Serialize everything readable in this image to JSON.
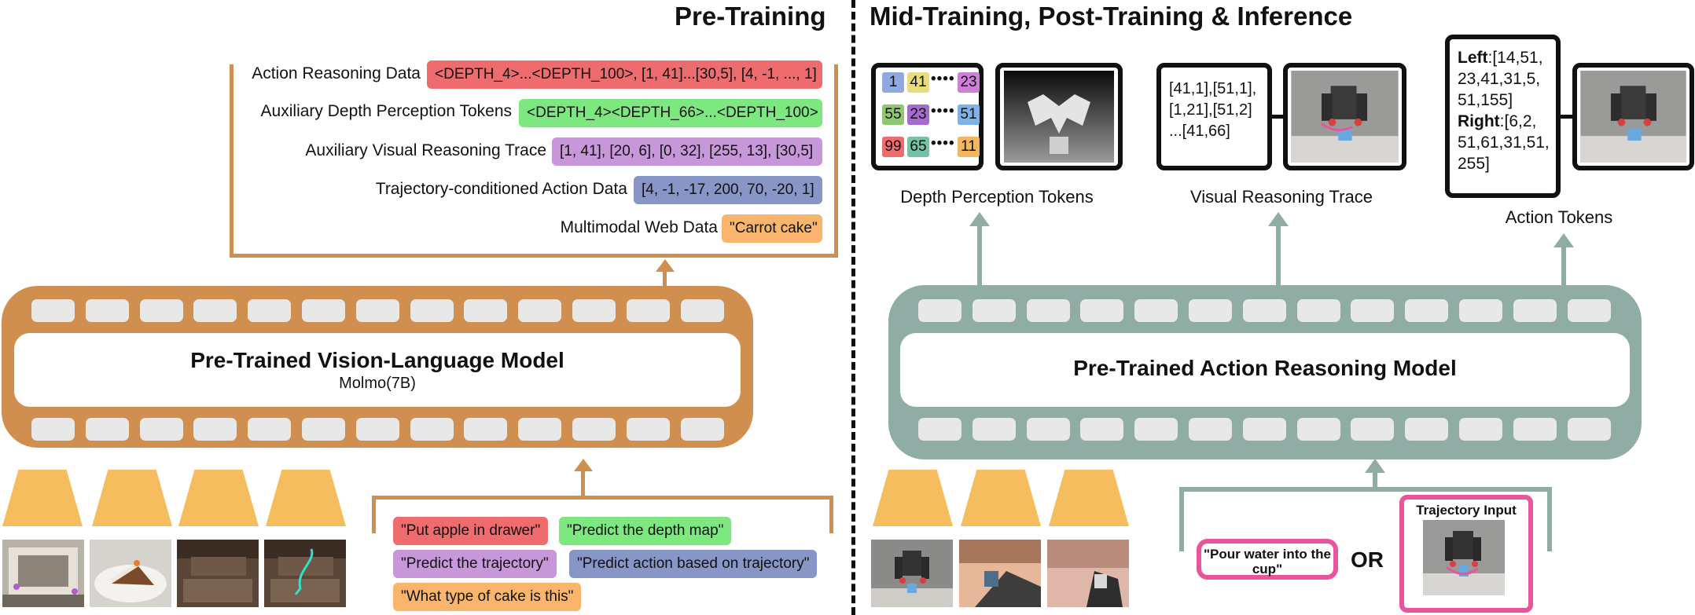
{
  "headings": {
    "pretraining": "Pre-Training",
    "midtraining": "Mid-Training, Post-Training & Inference"
  },
  "pretraining_data": [
    {
      "label": "Action Reasoning Data",
      "chip": "<DEPTH_4>...<DEPTH_100>, [1, 41]...[30,5], [4, -1, ..., 1]",
      "color": "#ee6b6e"
    },
    {
      "label": "Auxiliary Depth Perception Tokens",
      "chip": "<DEPTH_4><DEPTH_66>...<DEPTH_100>",
      "color": "#7de87f"
    },
    {
      "label": "Auxiliary Visual Reasoning Trace",
      "chip": "[1, 41], [20, 6], [0, 32], [255, 13], [30,5]",
      "color": "#c797d9"
    },
    {
      "label": "Trajectory-conditioned Action Data",
      "chip": "[4, -1, -17, 200, 70, -20, 1]",
      "color": "#8796c6"
    },
    {
      "label": "Multimodal Web Data",
      "chip": "\"Carrot cake\"",
      "color": "#f9b56b"
    }
  ],
  "vlm": {
    "title": "Pre-Trained Vision-Language Model",
    "subtitle": "Molmo(7B)"
  },
  "arm": {
    "title": "Pre-Trained Action Reasoning Model"
  },
  "prompts": [
    {
      "text": "\"Put apple in drawer\"",
      "color": "#ee6b6e"
    },
    {
      "text": "\"Predict the depth map\"",
      "color": "#7de87f"
    },
    {
      "text": "\"Predict the trajectory\"",
      "color": "#c797d9"
    },
    {
      "text": "\"Predict action based on trajectory\"",
      "color": "#8796c6"
    },
    {
      "text": "\"What type of cake is this\"",
      "color": "#f9b56b"
    }
  ],
  "depth_grid": [
    [
      {
        "v": "1",
        "c": "#8fa8e0"
      },
      {
        "v": "41",
        "c": "#e8dc7c"
      },
      {
        "v": "23",
        "c": "#cf7fd8"
      }
    ],
    [
      {
        "v": "55",
        "c": "#8fc86f"
      },
      {
        "v": "23",
        "c": "#a66ad1"
      },
      {
        "v": "51",
        "c": "#7fb2e6"
      }
    ],
    [
      {
        "v": "99",
        "c": "#ee6b6e"
      },
      {
        "v": "65",
        "c": "#75c2a5"
      },
      {
        "v": "11",
        "c": "#f2b560"
      }
    ]
  ],
  "captions": {
    "depth": "Depth Perception Tokens",
    "visual": "Visual Reasoning Trace",
    "action": "Action Tokens"
  },
  "visual_trace": {
    "lines": [
      "[41,1],[51,1],",
      "[1,21],[51,2]",
      "...[41,66]"
    ]
  },
  "action_tokens": {
    "left_label": "Left",
    "left_lines": [
      ":[14,51,",
      "23,41,31,5,",
      "51,155]"
    ],
    "right_label": "Right",
    "right_lines": [
      ":[6,2,",
      "51,61,31,51,",
      "255]"
    ]
  },
  "instruction": "\"Pour water into the cup\"",
  "or_label": "OR",
  "trajectory_input": "Trajectory Input",
  "colors": {
    "vlm": "#d08e4f",
    "arm": "#8fada5",
    "highlight": "#e8559a",
    "visual_token": "#f6bd5f"
  }
}
